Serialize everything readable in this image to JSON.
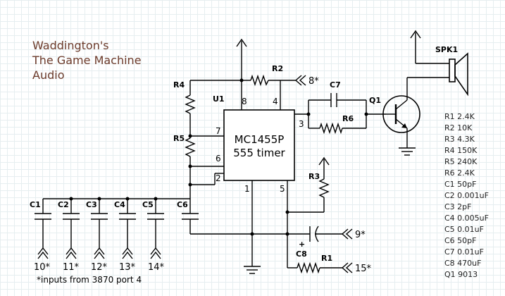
{
  "title": [
    "Waddington's",
    "The Game Machine",
    "Audio"
  ],
  "ic": {
    "ref": "U1",
    "part": "MC1455P",
    "desc": "555 timer",
    "pins": [
      "8",
      "4",
      "7",
      "6",
      "2",
      "3",
      "1",
      "5"
    ]
  },
  "refs": {
    "r1": "R1",
    "r2": "R2",
    "r3": "R3",
    "r4": "R4",
    "r5": "R5",
    "r6": "R6",
    "c1": "C1",
    "c2": "C2",
    "c3": "C3",
    "c4": "C4",
    "c5": "C5",
    "c6": "C6",
    "c7": "C7",
    "c8": "C8",
    "q1": "Q1",
    "spk": "SPK1"
  },
  "polarity": "+",
  "inputs": {
    "r2_in": "8*",
    "c8_in": "9*",
    "r1_in": "15*",
    "bottom": [
      "10*",
      "11*",
      "12*",
      "13*",
      "14*"
    ]
  },
  "footnote": "*inputs from 3870 port 4",
  "bom": [
    "R1 2.4K",
    "R2 10K",
    "R3 4.3K",
    "R4 150K",
    "R5 240K",
    "R6 2.4K",
    "C1 50pF",
    "C2 0.001uF",
    "C3 2pF",
    "C4 0.005uF",
    "C5 0.01uF",
    "C6 50pF",
    "C7 0.01uF",
    "C8 470uF",
    "Q1 9013"
  ]
}
